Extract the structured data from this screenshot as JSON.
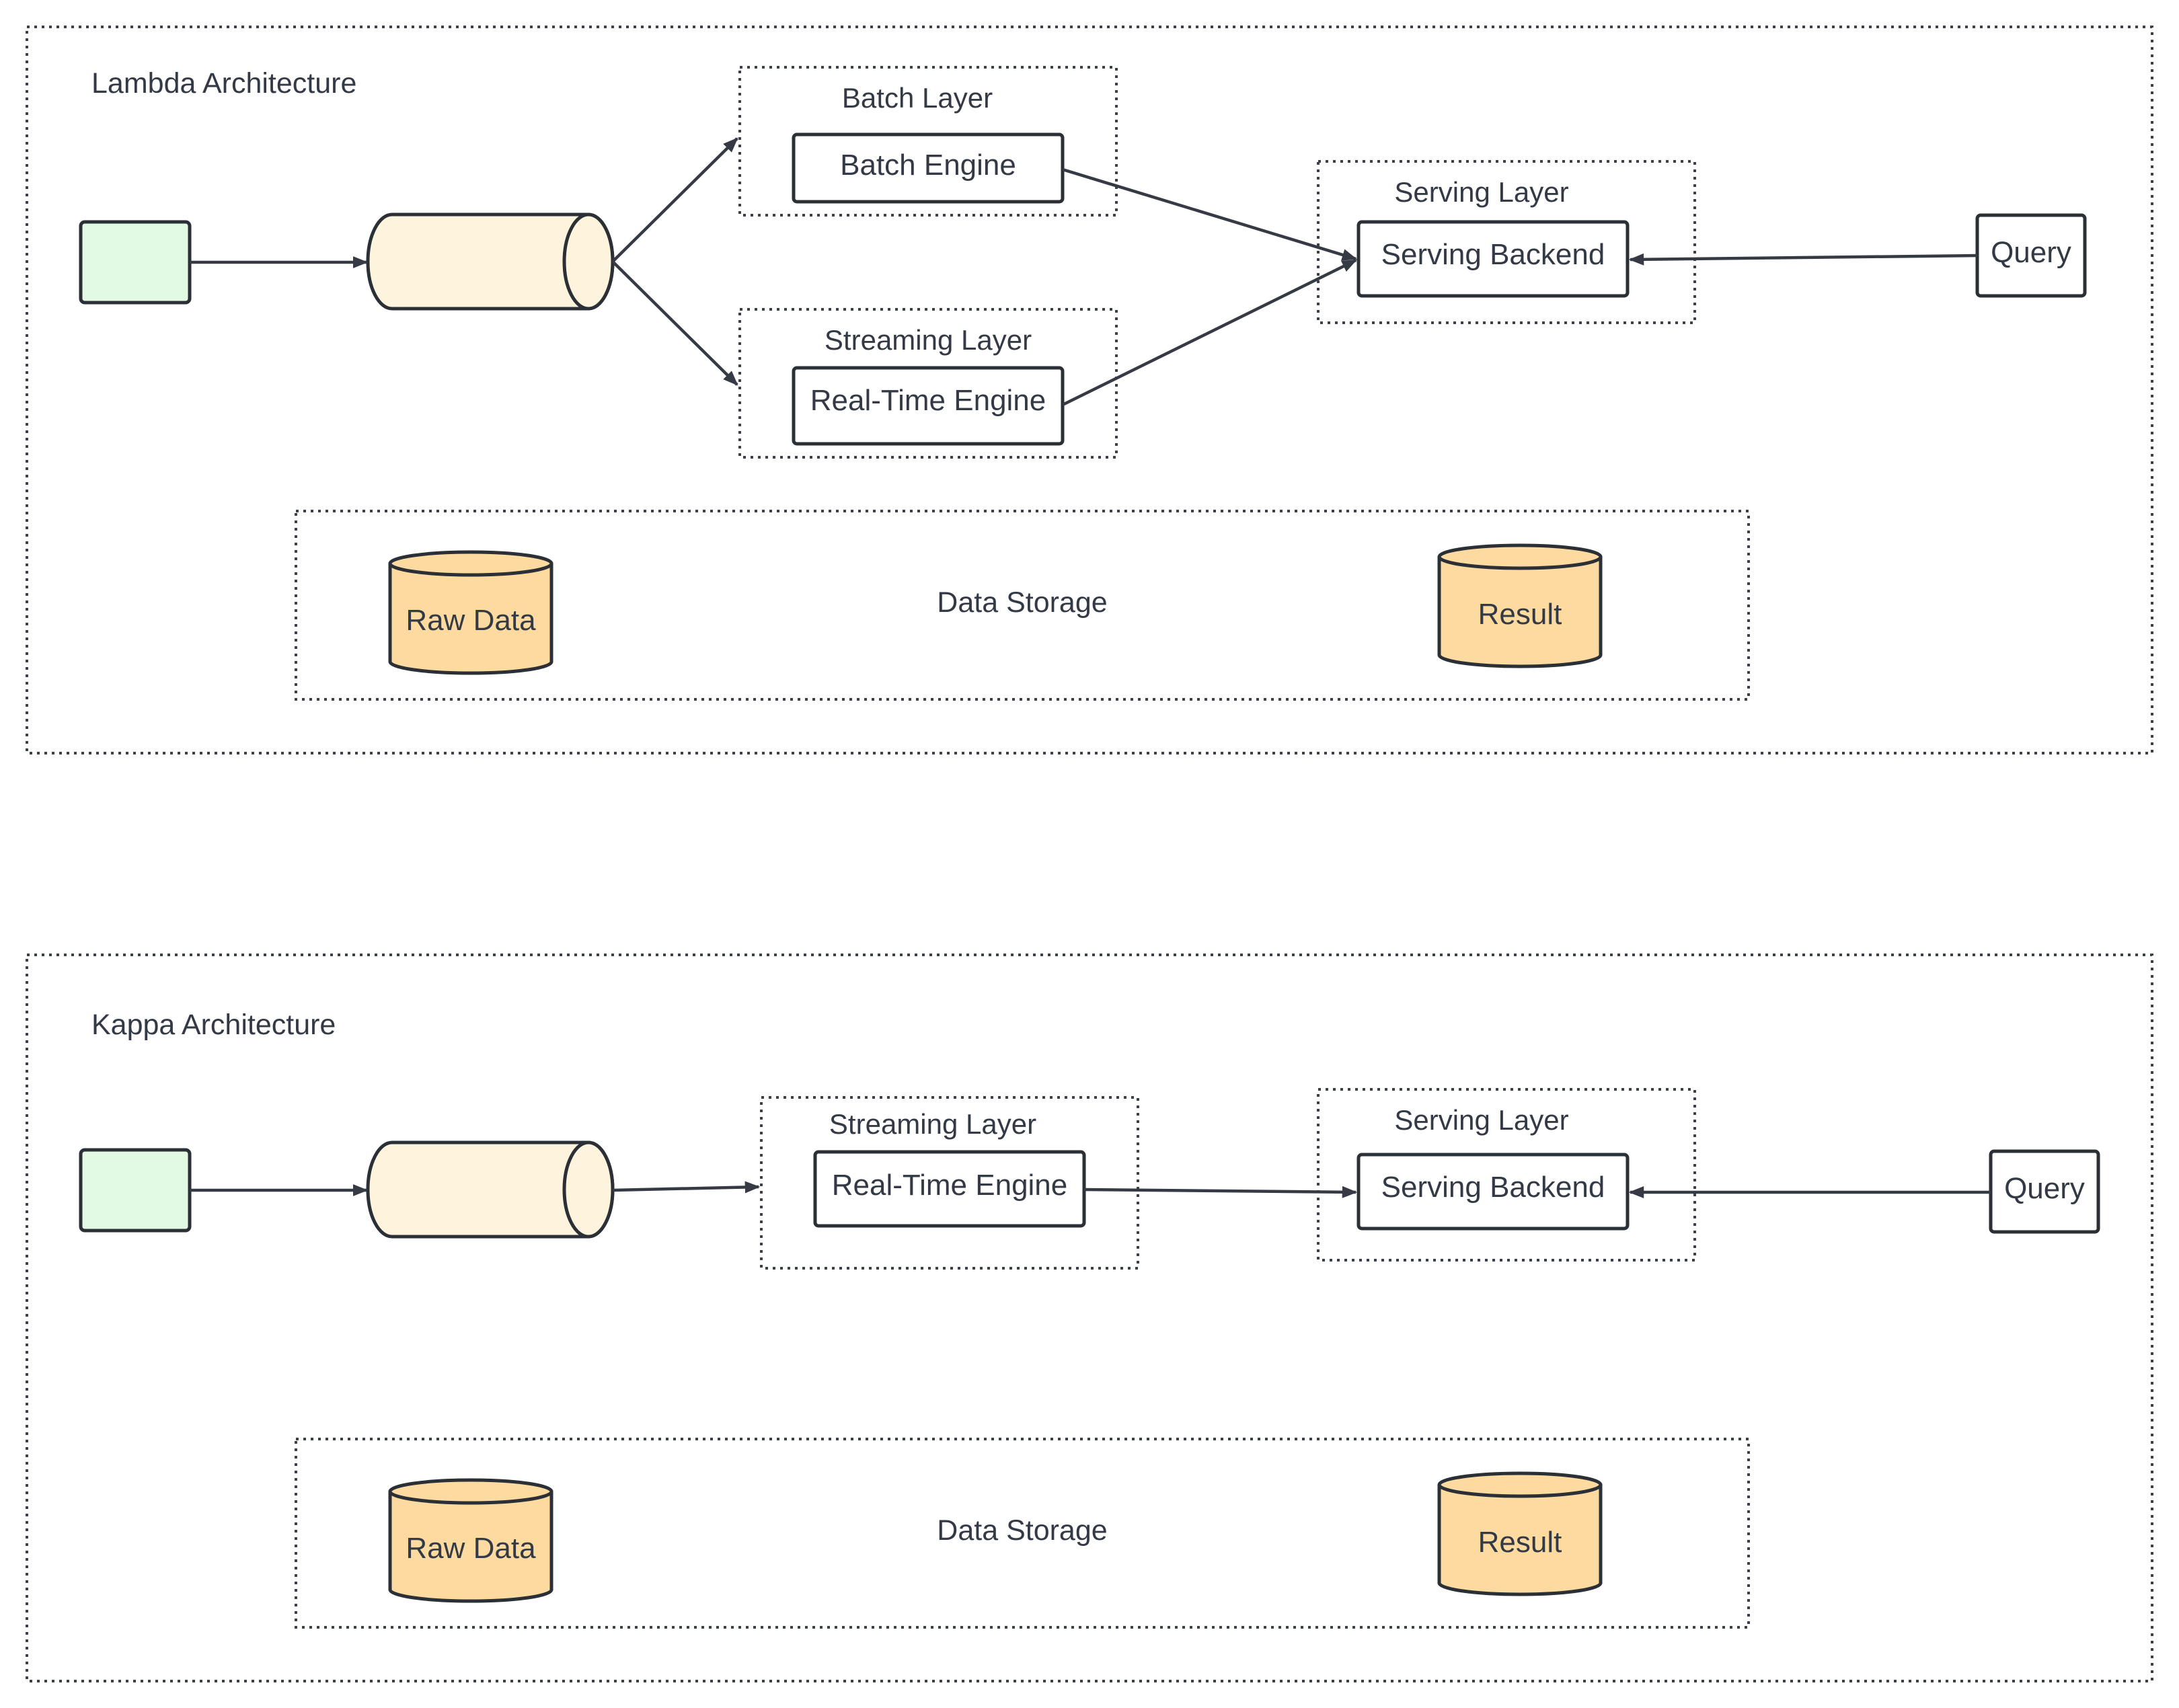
{
  "colors": {
    "source_fill": "#e2fae3",
    "queue_fill": "#fef3dc",
    "db_fill": "#fddaa0",
    "stroke": "#2b2f36",
    "text": "#333a45"
  },
  "lambda": {
    "title": "Lambda Architecture",
    "batch_layer": {
      "label": "Batch Layer",
      "engine": "Batch Engine"
    },
    "streaming_layer": {
      "label": "Streaming Layer",
      "engine": "Real-Time Engine"
    },
    "serving_layer": {
      "label": "Serving Layer",
      "backend": "Serving Backend"
    },
    "query": "Query",
    "storage": {
      "label": "Data Storage",
      "raw": "Raw Data",
      "result": "Result"
    }
  },
  "kappa": {
    "title": "Kappa Architecture",
    "streaming_layer": {
      "label": "Streaming Layer",
      "engine": "Real-Time Engine"
    },
    "serving_layer": {
      "label": "Serving Layer",
      "backend": "Serving Backend"
    },
    "query": "Query",
    "storage": {
      "label": "Data Storage",
      "raw": "Raw Data",
      "result": "Result"
    }
  }
}
